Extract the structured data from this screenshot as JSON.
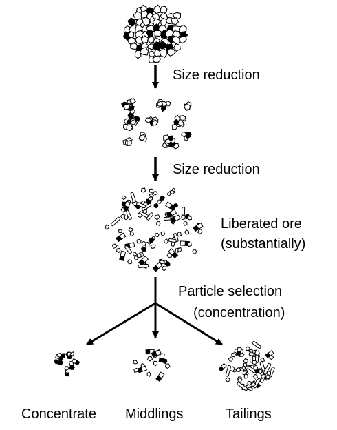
{
  "steps": {
    "size_reduction_1": "Size reduction",
    "size_reduction_2": "Size reduction",
    "liberated_line1": "Liberated ore",
    "liberated_line2": "(substantially)",
    "selection_line1": "Particle selection",
    "selection_line2": "(concentration)"
  },
  "products": {
    "concentrate": "Concentrate",
    "middlings": "Middlings",
    "tailings": "Tailings"
  },
  "colors": {
    "ink": "#000000",
    "background": "#ffffff"
  }
}
